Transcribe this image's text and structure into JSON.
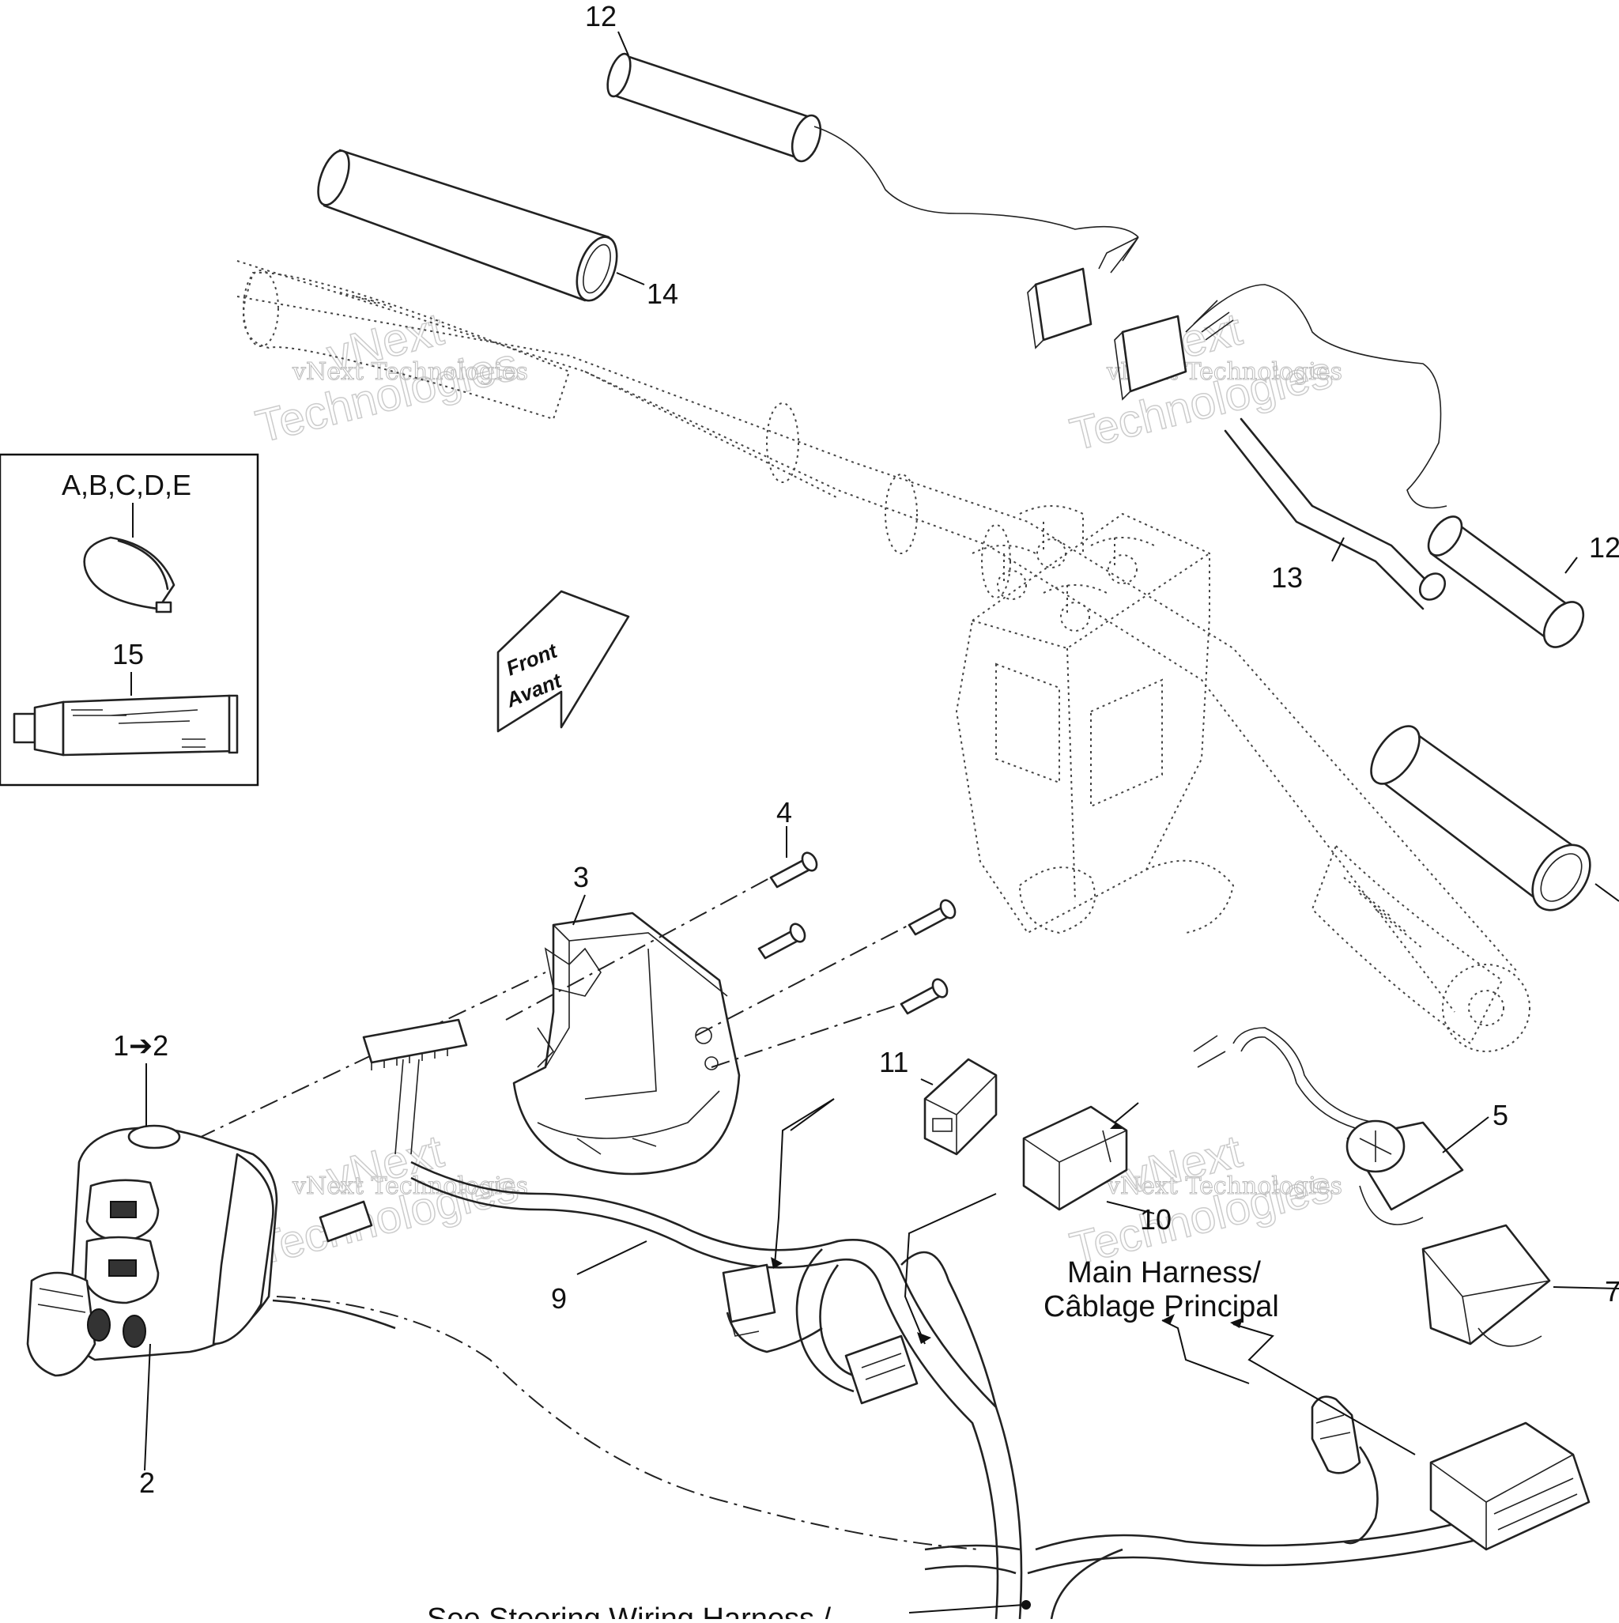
{
  "diagram": {
    "callouts": {
      "c1to2": "1➔2",
      "c2": "2",
      "c3": "3",
      "c4": "4",
      "c5": "5",
      "c7": "7",
      "c9": "9",
      "c10": "10",
      "c11": "11",
      "c12a": "12",
      "c12b": "12",
      "c13": "13",
      "c14": "14",
      "c15": "15",
      "kit": "A,B,C,D,E"
    },
    "front_arrow": {
      "line1": "Front",
      "line2": "Avant"
    },
    "main_harness": {
      "line1": "Main Harness/",
      "line2": "Câblage Principal"
    },
    "steering_note": "See Steering Wiring Harness /",
    "watermark": {
      "line1": "vNext Technologies",
      "line2": "Technologies",
      "line3": "vNext"
    }
  }
}
